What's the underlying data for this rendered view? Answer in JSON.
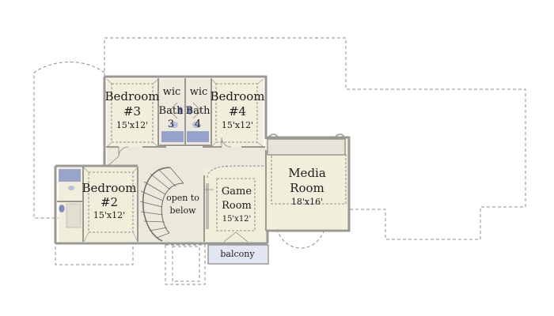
{
  "rooms": {
    "bedroom3": {
      "name": "Bedroom",
      "number": "#3",
      "size": "15'x12'"
    },
    "bedroom4": {
      "name": "Bedroom",
      "number": "#4",
      "size": "15'x12'"
    },
    "bedroom2": {
      "name": "Bedroom",
      "number": "#2",
      "size": "15'x12'"
    },
    "wic_left": "wic",
    "wic_right": "wic",
    "bath3": {
      "name": "Bath",
      "number": "3"
    },
    "bath4": {
      "name": "Bath",
      "number": "4"
    },
    "open": {
      "line1": "open to",
      "line2": "below"
    },
    "game": {
      "line1": "Game",
      "line2": "Room",
      "size": "15'x12'"
    },
    "media": {
      "line1": "Media",
      "line2": "Room",
      "size": "18'x16'"
    },
    "balcony": "balcony"
  },
  "colors": {
    "wall": "#9a9891",
    "room_fill": "#f1eedb",
    "hall_fill": "#ebe9dc",
    "fixture_blue": "#8a96c8",
    "balcony_fill": "#e3e6f3",
    "dashed_outline": "#8e8e8e"
  }
}
